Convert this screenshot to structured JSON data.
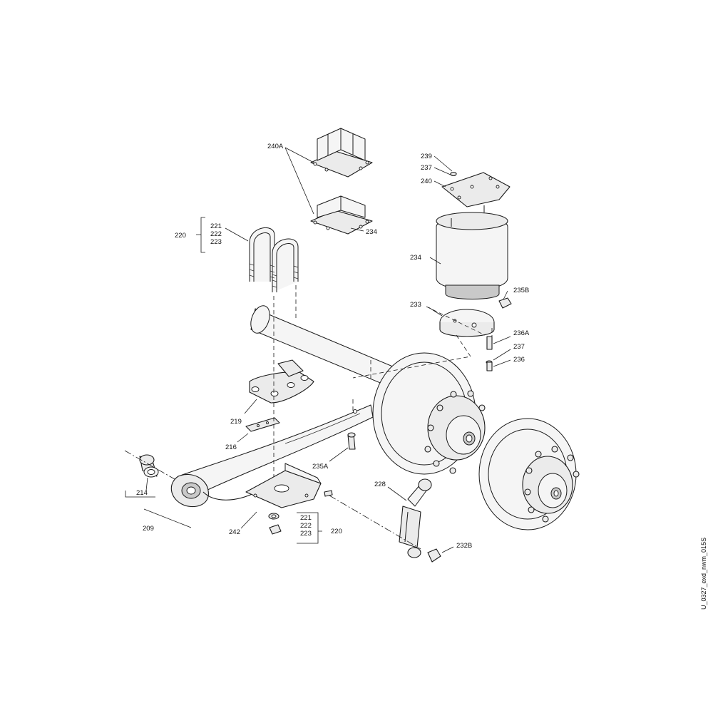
{
  "drawing_id": "U_0327_exd_nwm_015S",
  "labels": {
    "l240A": "240A",
    "l234a": "234",
    "l239": "239",
    "l237a": "237",
    "l240": "240",
    "l234b": "234",
    "l220a": "220",
    "l221a": "221",
    "l222a": "222",
    "l223a": "223",
    "l235B": "235B",
    "l233": "233",
    "l236A": "236A",
    "l237b": "237",
    "l236": "236",
    "l219": "219",
    "l216": "216",
    "l235A": "235A",
    "l228": "228",
    "l214": "214",
    "l209": "209",
    "l242": "242",
    "l221b": "221",
    "l222b": "222",
    "l223b": "223",
    "l220b": "220",
    "l232B": "232B"
  }
}
